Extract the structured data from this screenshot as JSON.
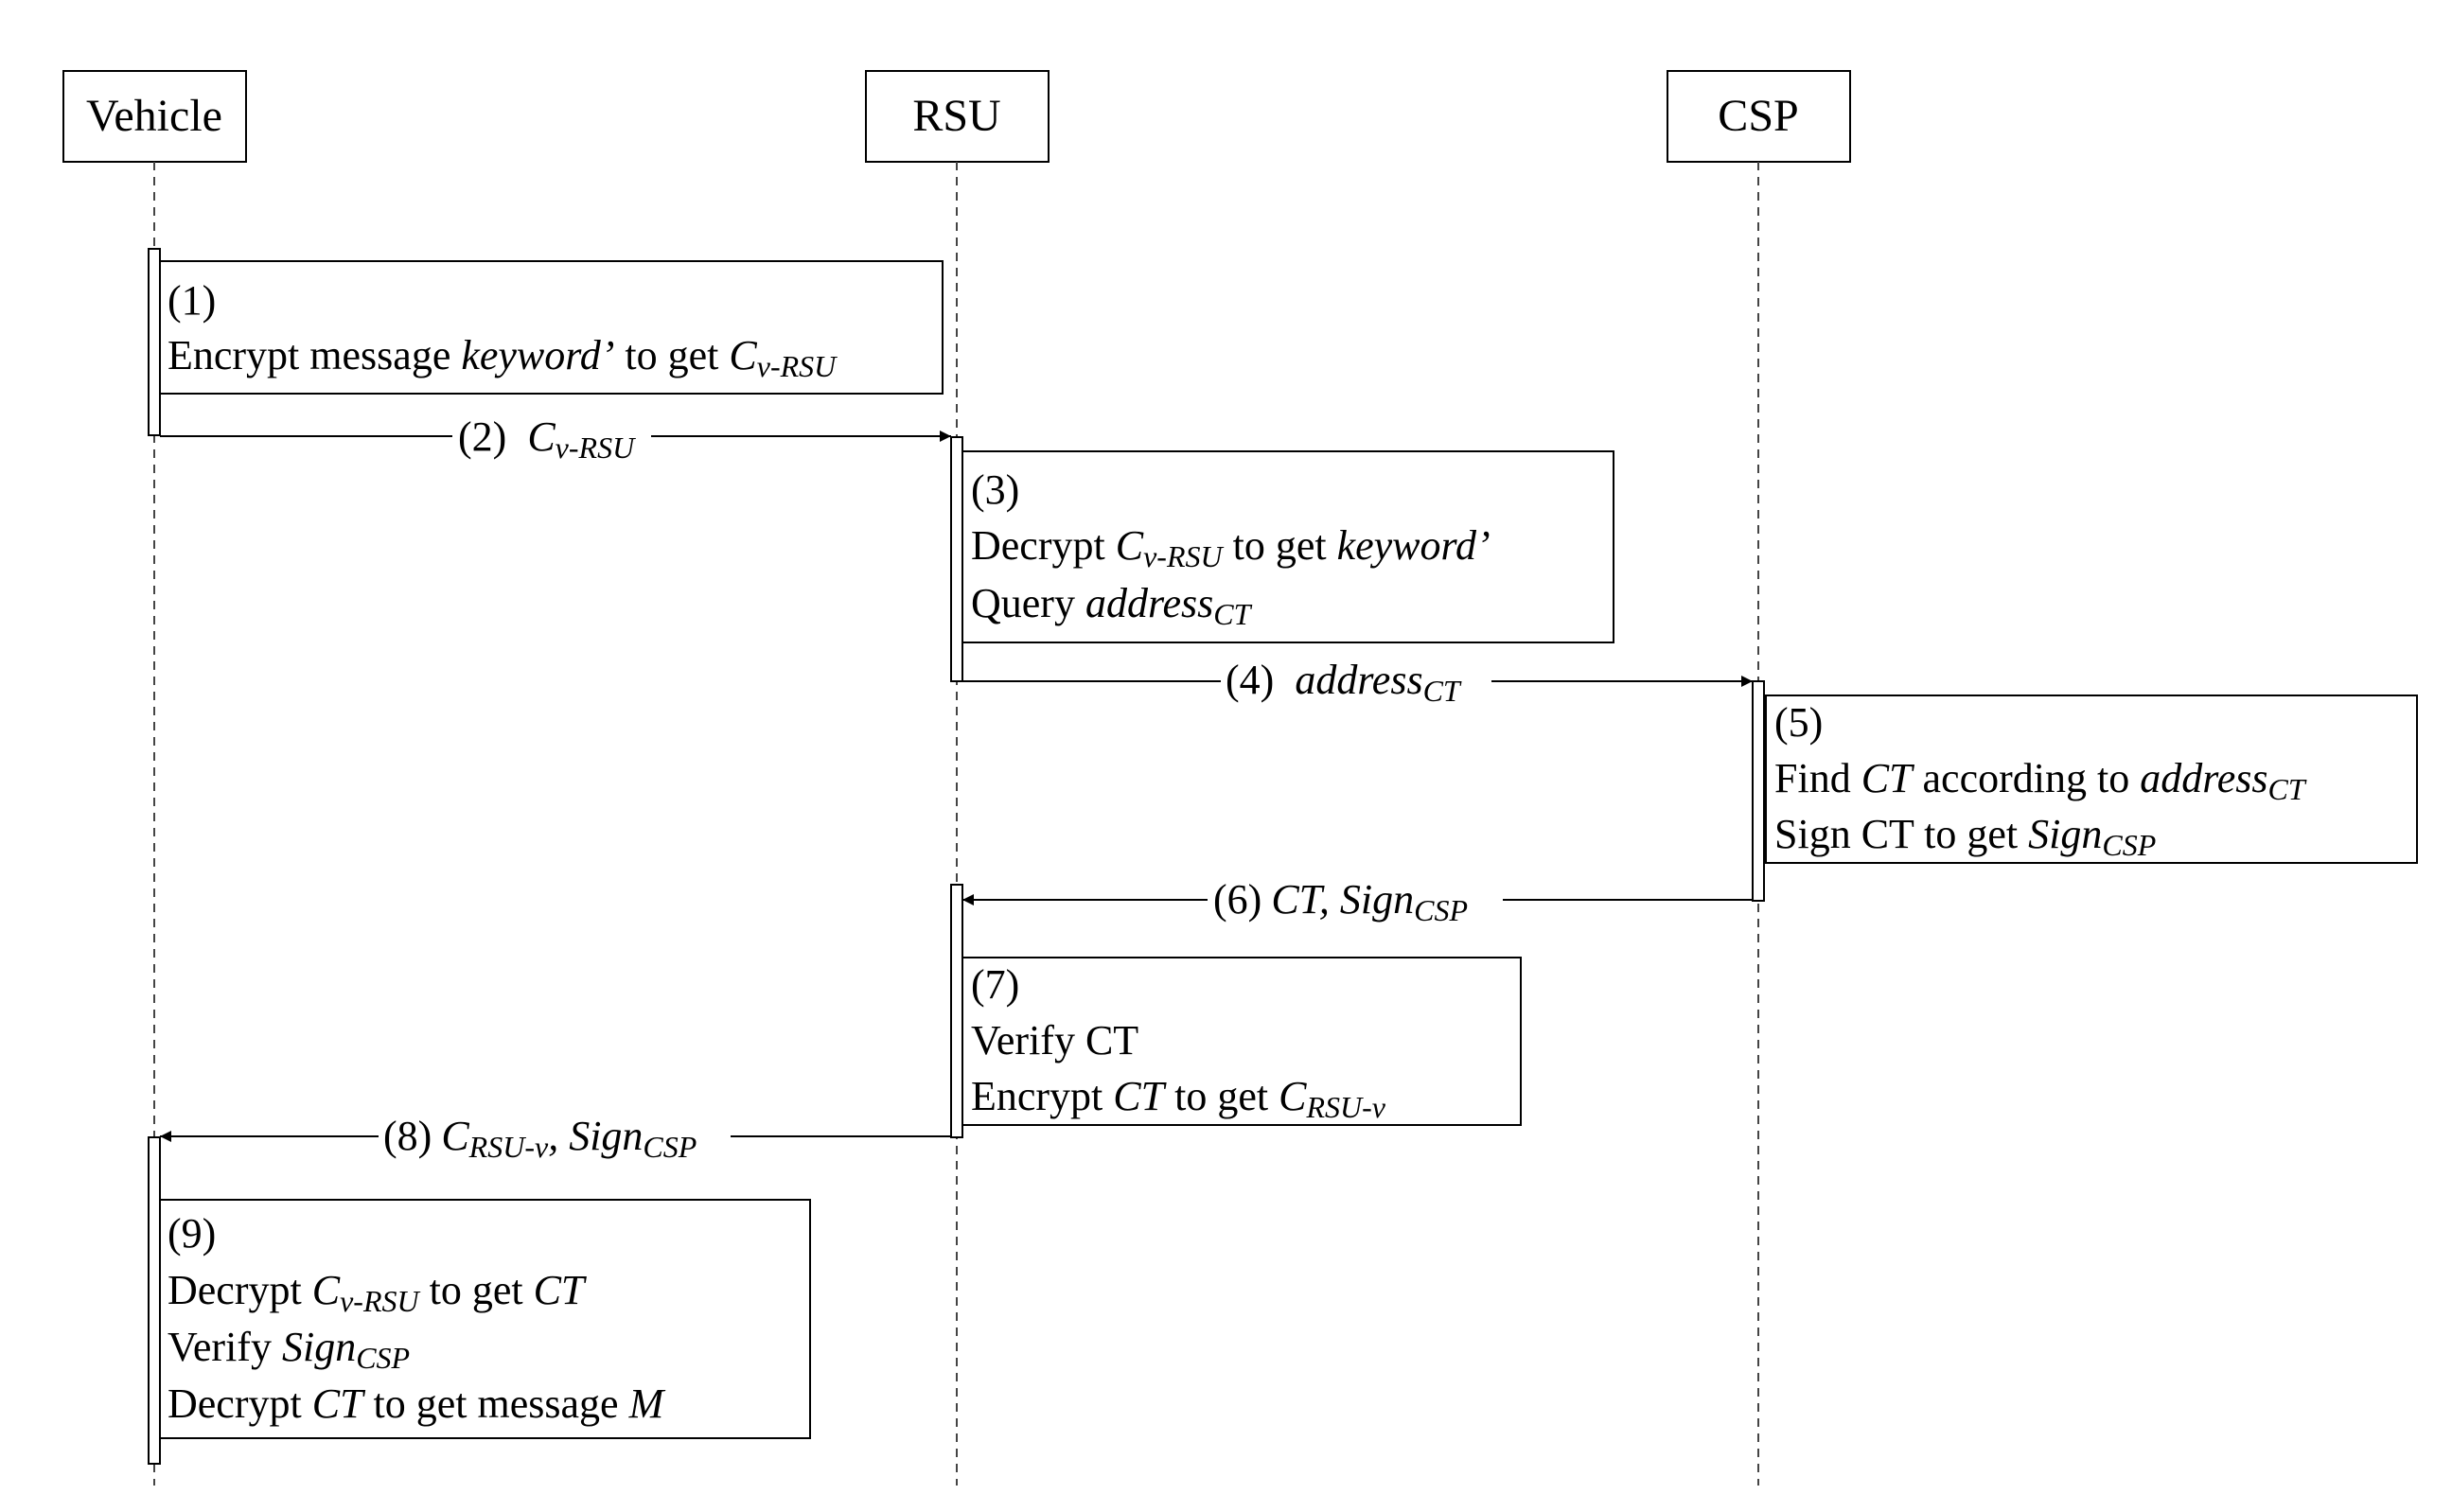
{
  "participants": {
    "vehicle": "Vehicle",
    "rsu": "RSU",
    "csp": "CSP"
  },
  "steps": {
    "s1": {
      "num": "(1)",
      "line1_a": "Encrypt message ",
      "line1_b": "keyword’",
      "line1_c": " to get ",
      "line1_d": "C",
      "line1_e": "v-RSU"
    },
    "s2": {
      "num": "(2)",
      "sym": "C",
      "sub": "v-RSU"
    },
    "s3": {
      "num": "(3)",
      "line1_a": "Decrypt ",
      "line1_b": "C",
      "line1_c": "v-RSU",
      "line1_d": " to get ",
      "line1_e": "keyword’",
      "line2_a": "Query ",
      "line2_b": "address",
      "line2_c": "CT"
    },
    "s4": {
      "num": "(4)",
      "sym": "address",
      "sub": "CT"
    },
    "s5": {
      "num": "(5)",
      "line1_a": "Find ",
      "line1_b": "CT",
      "line1_c": " according to ",
      "line1_d": "address",
      "line1_e": "CT",
      "line2_a": "Sign CT to get ",
      "line2_b": "Sign",
      "line2_c": "CSP"
    },
    "s6": {
      "num": "(6)",
      "sym1": "CT, Sign",
      "sub": "CSP"
    },
    "s7": {
      "num": "(7)",
      "line1": "Verify CT",
      "line2_a": "Encrypt ",
      "line2_b": "CT",
      "line2_c": "  to get ",
      "line2_d": "C",
      "line2_e": "RSU-v"
    },
    "s8": {
      "num": "(8)",
      "sym1": "C",
      "sub1": "RSU-v",
      "sep": ", ",
      "sym2": "Sign",
      "sub2": "CSP"
    },
    "s9": {
      "num": "(9)",
      "line1_a": "Decrypt ",
      "line1_b": "C",
      "line1_c": "v-RSU",
      "line1_d": " to get ",
      "line1_e": "CT",
      "line2_a": "Verify ",
      "line2_b": "Sign",
      "line2_c": "CSP",
      "line3_a": "Decrypt ",
      "line3_b": "CT",
      "line3_c": " to get message ",
      "line3_d": "M"
    }
  }
}
